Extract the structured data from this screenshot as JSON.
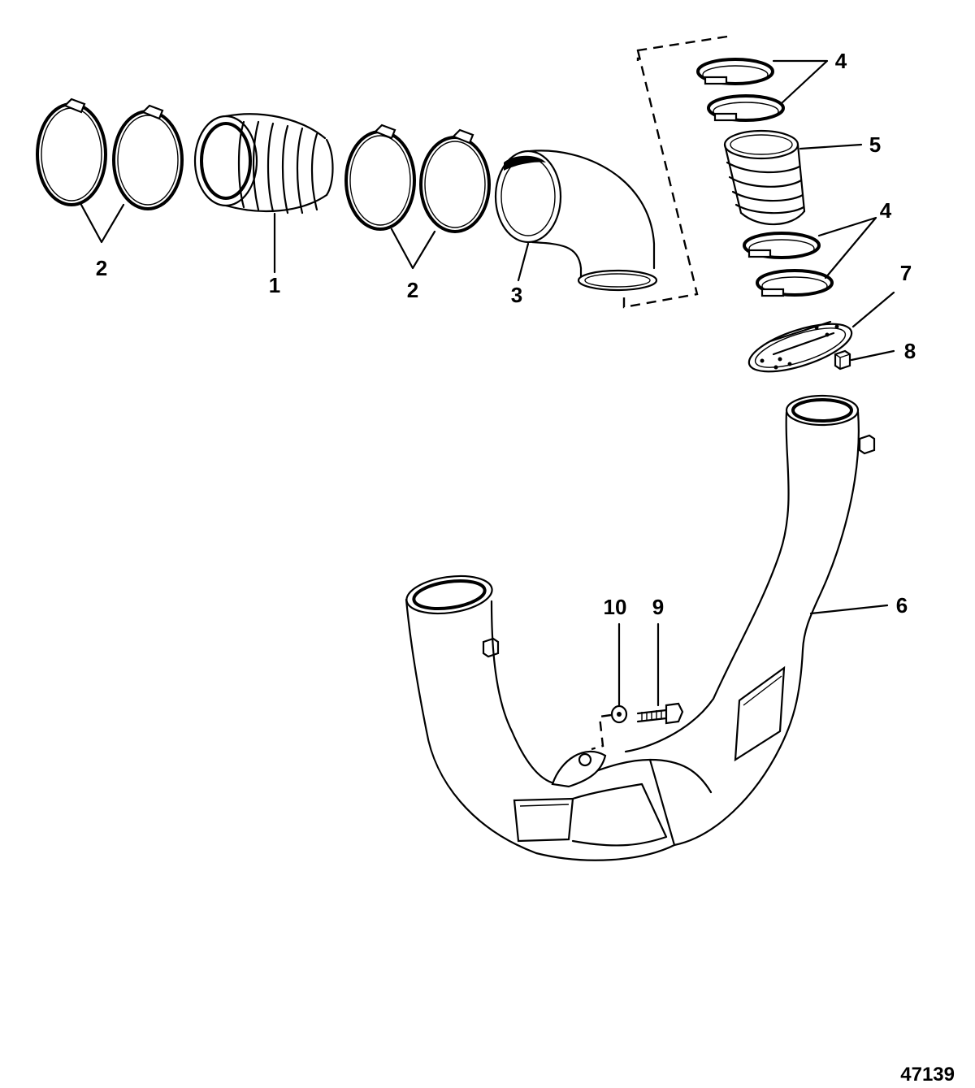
{
  "callouts": {
    "c1": "1",
    "c2_left": "2",
    "c2_right": "2",
    "c3": "3",
    "c4_top": "4",
    "c4_bottom": "4",
    "c5": "5",
    "c6": "6",
    "c7": "7",
    "c8": "8",
    "c9": "9",
    "c10": "10"
  },
  "figure_number": "47139"
}
